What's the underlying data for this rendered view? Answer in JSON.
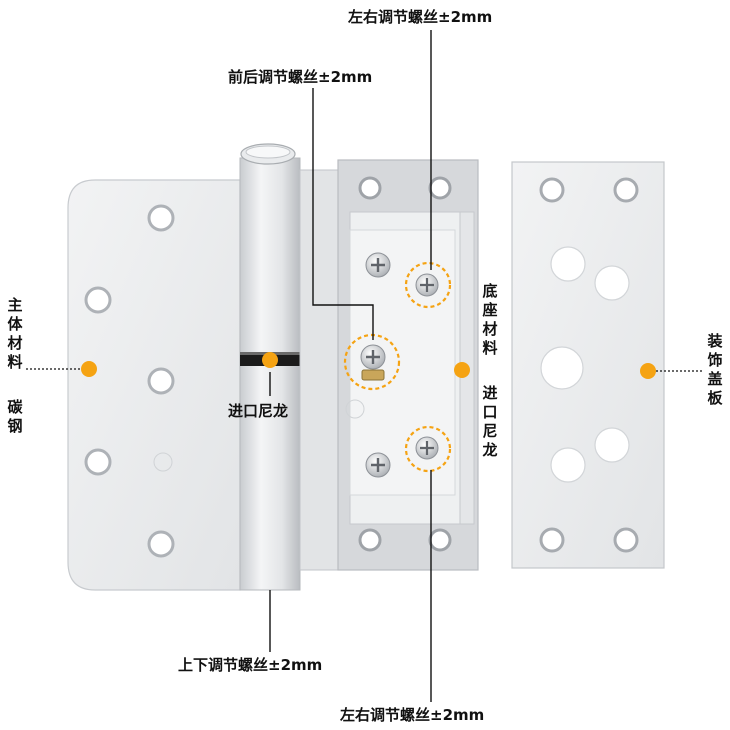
{
  "labels": {
    "top_right_screw": "左右调节螺丝±2mm",
    "front_back_screw": "前后调节螺丝±2mm",
    "main_material": "主体材料",
    "main_material_value": "碳钢",
    "nylon_sleeve": "进口尼龙",
    "base_material": "底座材料",
    "base_material_value": "进口尼龙",
    "cover_plate": "装饰盖板",
    "up_down_screw": "上下调节螺丝±2mm",
    "bottom_right_screw": "左右调节螺丝±2mm"
  },
  "colors": {
    "marker": "#f5a313",
    "metal": "#e6e8ea",
    "metal_edge": "#c9ccd0",
    "base_frame": "#d3d5d8",
    "line": "#111111"
  }
}
